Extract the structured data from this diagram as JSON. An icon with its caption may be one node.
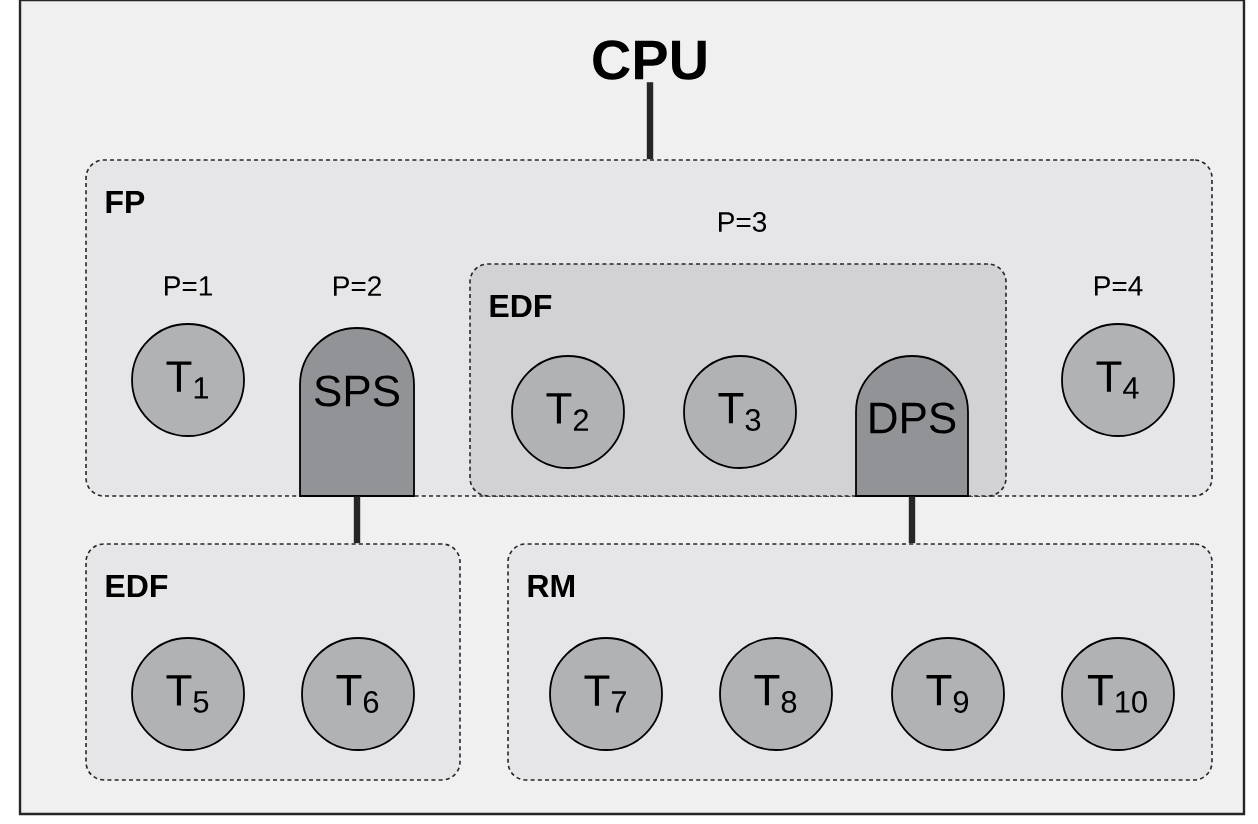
{
  "diagram": {
    "nodes": [
      {
        "text": [
          "CPU"
        ]
      },
      {
        "text": [
          "FP"
        ]
      },
      {
        "text": [
          "T$_{1}$"
        ],
        "in": 1,
        "beside": [
          "P=1"
        ]
      },
      {
        "text": [
          "SPS"
        ],
        "in": 1,
        "beside": [
          "P=2"
        ]
      },
      {
        "text": [
          "EDF"
        ],
        "in": 1,
        "beside": [
          "P=3"
        ]
      },
      {
        "text": [
          "T$_{2}$"
        ],
        "in": 4
      },
      {
        "text": [
          "T$_{3}$"
        ],
        "in": 4
      },
      {
        "text": [
          "DPS"
        ],
        "in": 4
      },
      {
        "text": [
          "T$_{4}$"
        ],
        "in": 1,
        "beside": [
          "P=4"
        ]
      },
      {
        "text": [
          "EDF"
        ]
      },
      {
        "text": [
          "T$_{5}$"
        ],
        "in": 9
      },
      {
        "text": [
          "T$_{6}$"
        ],
        "in": 9
      },
      {
        "text": [
          "RM"
        ]
      },
      {
        "text": [
          "T$_{7}$"
        ],
        "in": 12
      },
      {
        "text": [
          "T$_{8}$"
        ],
        "in": 12
      },
      {
        "text": [
          "T$_{9}$"
        ],
        "in": 12
      },
      {
        "text": [
          "T$_{10}$"
        ],
        "in": 12
      }
    ],
    "edges": [
      {
        "from": 0,
        "to": 1,
        "arrow": "none"
      },
      {
        "from": 3,
        "to": 9,
        "arrow": "none"
      },
      {
        "from": 7,
        "to": 12,
        "arrow": "none"
      }
    ]
  }
}
